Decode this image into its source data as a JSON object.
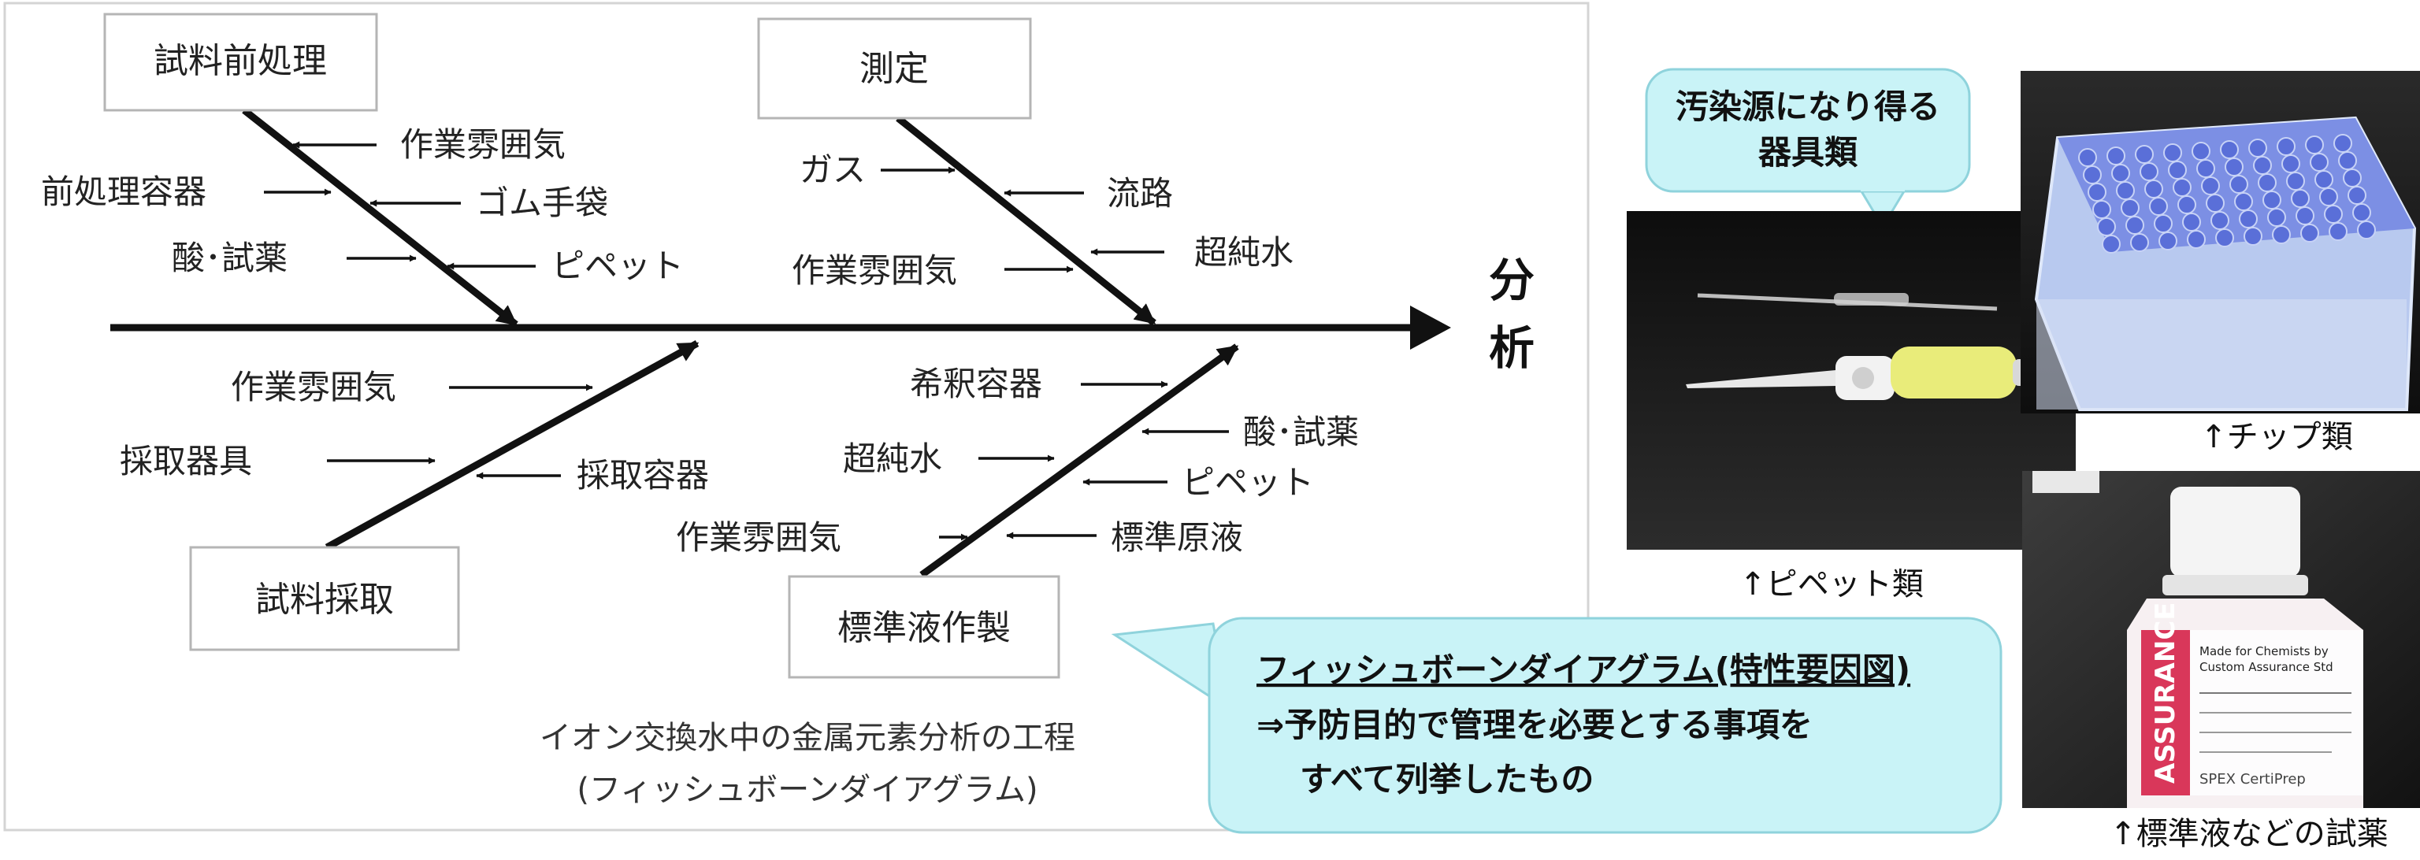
{
  "diagram": {
    "goal": [
      "分",
      "析"
    ],
    "caption": [
      "イオン交換水中の金属元素分析の工程",
      "(フィッシュボーンダイアグラム)"
    ],
    "categories": {
      "pretreatment": "試料前処理",
      "measurement": "測定",
      "sampling": "試料採取",
      "standard_prep": "標準液作製"
    },
    "causes": {
      "pre_atmosphere": "作業雰囲気",
      "pre_container": "前処理容器",
      "pre_gloves": "ゴム手袋",
      "pre_acid": "酸･試薬",
      "pre_pipette": "ピペット",
      "meas_gas": "ガス",
      "meas_flow": "流路",
      "meas_water": "超純水",
      "meas_atmosphere": "作業雰囲気",
      "samp_atmosphere": "作業雰囲気",
      "samp_tool": "採取器具",
      "samp_container": "採取容器",
      "std_dilution": "希釈容器",
      "std_acid": "酸･試薬",
      "std_water": "超純水",
      "std_pipette": "ピペット",
      "std_atmosphere": "作業雰囲気",
      "std_stock": "標準原液"
    }
  },
  "callouts": {
    "fishbone": {
      "title": "フィッシュボーンダイアグラム(特性要因図)",
      "line1": "⇒予防目的で管理を必要とする事項を",
      "line2": "すべて列挙したもの"
    },
    "equipment": {
      "line1": "汚染源になり得る",
      "line2": "器具類"
    }
  },
  "photos": {
    "pipettes": "↑ピペット類",
    "tips": "↑チップ類",
    "reagents": "↑標準液などの試薬"
  },
  "bottle_label": {
    "brand": "ASSURANCE",
    "line1": "Made for Chemists by",
    "line2": "Custom Assurance Std",
    "maker": "SPEX CertiPrep"
  },
  "colors": {
    "callout_fill": "#c9f3f7",
    "callout_stroke": "#8fd3dc",
    "bone": "#111111",
    "box_stroke": "#b5b5b5"
  }
}
